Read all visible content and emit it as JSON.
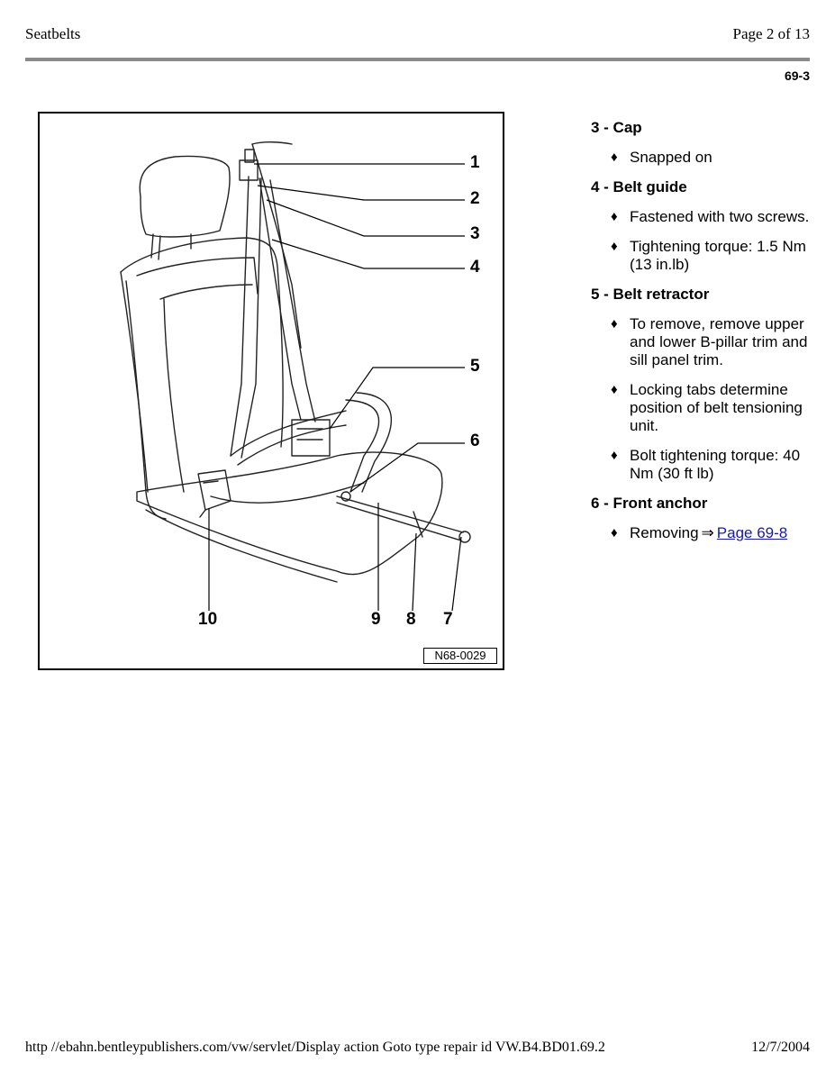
{
  "header": {
    "title": "Seatbelts",
    "page": "Page 2 of 13",
    "section": "69-3"
  },
  "figure": {
    "labels": [
      "1",
      "2",
      "3",
      "4",
      "5",
      "6",
      "7",
      "8",
      "9",
      "10"
    ],
    "code": "N68-0029"
  },
  "items": [
    {
      "head": "3 - Cap",
      "bullets": [
        {
          "text": "Snapped on"
        }
      ]
    },
    {
      "head": "4 - Belt guide",
      "bullets": [
        {
          "text": "Fastened with two screws."
        },
        {
          "text": "Tightening torque: 1.5 Nm (13 in.lb)"
        }
      ]
    },
    {
      "head": "5 - Belt retractor",
      "bullets": [
        {
          "text": "To remove, remove upper and lower B-pillar trim and sill panel trim."
        },
        {
          "text": "Locking tabs determine position of belt tensioning unit."
        },
        {
          "text": "Bolt tightening torque: 40 Nm (30 ft lb)"
        }
      ]
    },
    {
      "head": "6 - Front anchor",
      "bullets": [
        {
          "text": "Removing",
          "arrow": "⇒",
          "link": "Page 69-8"
        }
      ]
    }
  ],
  "bullet_glyph": "♦",
  "footer": {
    "url": "http //ebahn.bentleypublishers.com/vw/servlet/Display action Goto type repair id VW.B4.BD01.69.2",
    "date": "12/7/2004"
  },
  "colors": {
    "link": "#1a1aa6",
    "rule": "#8a8a8a"
  }
}
